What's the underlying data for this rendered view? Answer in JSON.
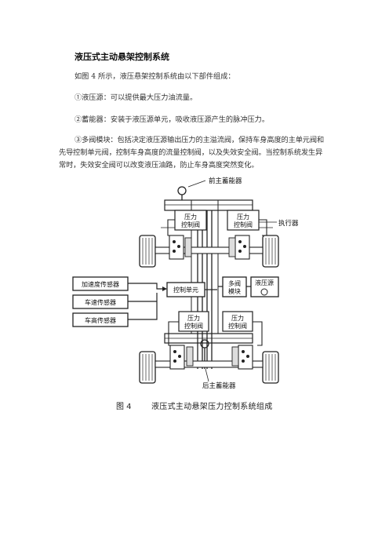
{
  "title": "液压式主动悬架控制系统",
  "paragraphs": {
    "intro": "如图 4 所示，液压悬架控制系统由以下部件组成：",
    "item1": "①液压源：可以提供最大压力油流量。",
    "item2": "②蓄能器：安装于液压源单元，吸收液压源产生的脉冲压力。",
    "item3": "③多阀模块：包括决定液压源输出压力的主溢流阀，保持车身高度的主单元阀和先导控制单元阀，控制车身高度的流量控制阀，以及失效安全阀。当控制系统发生异常时，失效安全阀可以改变液压油路，防止车身高度突然变化。"
  },
  "diagram": {
    "front_accumulator": "前主蓄能器",
    "rear_accumulator": "后主蓄能器",
    "actuator": "执行器",
    "pressure_valve_line1": "压力",
    "pressure_valve_line2": "控制阀",
    "control_unit": "控制单元",
    "multi_valve_line1": "多阀",
    "multi_valve_line2": "模块",
    "hydraulic_source": "液压源",
    "sensors": [
      "加速度传感器",
      "车速传感器",
      "车高传感器"
    ]
  },
  "caption": {
    "number": "图 4",
    "text": "液压式主动悬架压力控制系统组成"
  }
}
